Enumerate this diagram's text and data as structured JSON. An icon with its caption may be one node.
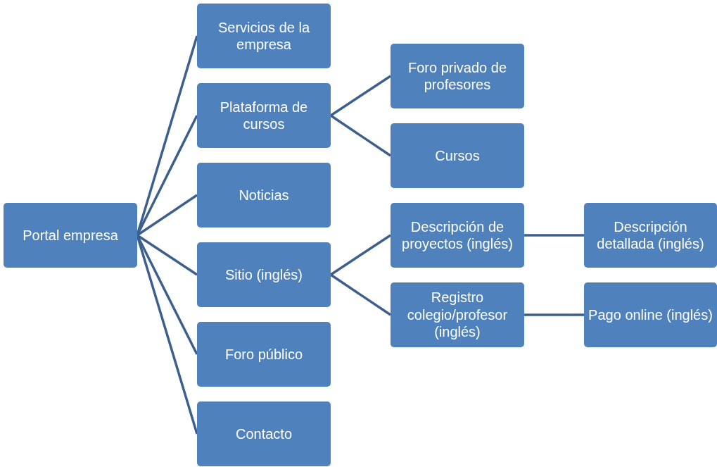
{
  "diagram": {
    "nodes": [
      {
        "text": [
          "Portal empresa"
        ]
      },
      {
        "text": [
          "Servicios de la empresa"
        ]
      },
      {
        "text": [
          "Plataforma de cursos"
        ]
      },
      {
        "text": [
          "Noticias"
        ]
      },
      {
        "text": [
          "Sitio (inglés)"
        ]
      },
      {
        "text": [
          "Foro público"
        ]
      },
      {
        "text": [
          "Contacto"
        ]
      },
      {
        "text": [
          "Foro privado de profesores"
        ]
      },
      {
        "text": [
          "Cursos"
        ]
      },
      {
        "text": [
          "Descripción de proyectos (inglés)"
        ]
      },
      {
        "text": [
          "Registro colegio/profesor (inglés)"
        ]
      },
      {
        "text": [
          "Descripción detallada (inglés)"
        ]
      },
      {
        "text": [
          "Pago online (inglés)"
        ]
      }
    ],
    "edges": [
      {
        "from": 0,
        "to": 1,
        "arrow": "none"
      },
      {
        "from": 0,
        "to": 2,
        "arrow": "none"
      },
      {
        "from": 0,
        "to": 3,
        "arrow": "none"
      },
      {
        "from": 0,
        "to": 4,
        "arrow": "none"
      },
      {
        "from": 0,
        "to": 5,
        "arrow": "none"
      },
      {
        "from": 0,
        "to": 6,
        "arrow": "none"
      },
      {
        "from": 2,
        "to": 7,
        "arrow": "none"
      },
      {
        "from": 2,
        "to": 8,
        "arrow": "none"
      },
      {
        "from": 4,
        "to": 9,
        "arrow": "none"
      },
      {
        "from": 4,
        "to": 10,
        "arrow": "none"
      },
      {
        "from": 9,
        "to": 11,
        "arrow": "none"
      },
      {
        "from": 10,
        "to": 12,
        "arrow": "none"
      }
    ]
  }
}
